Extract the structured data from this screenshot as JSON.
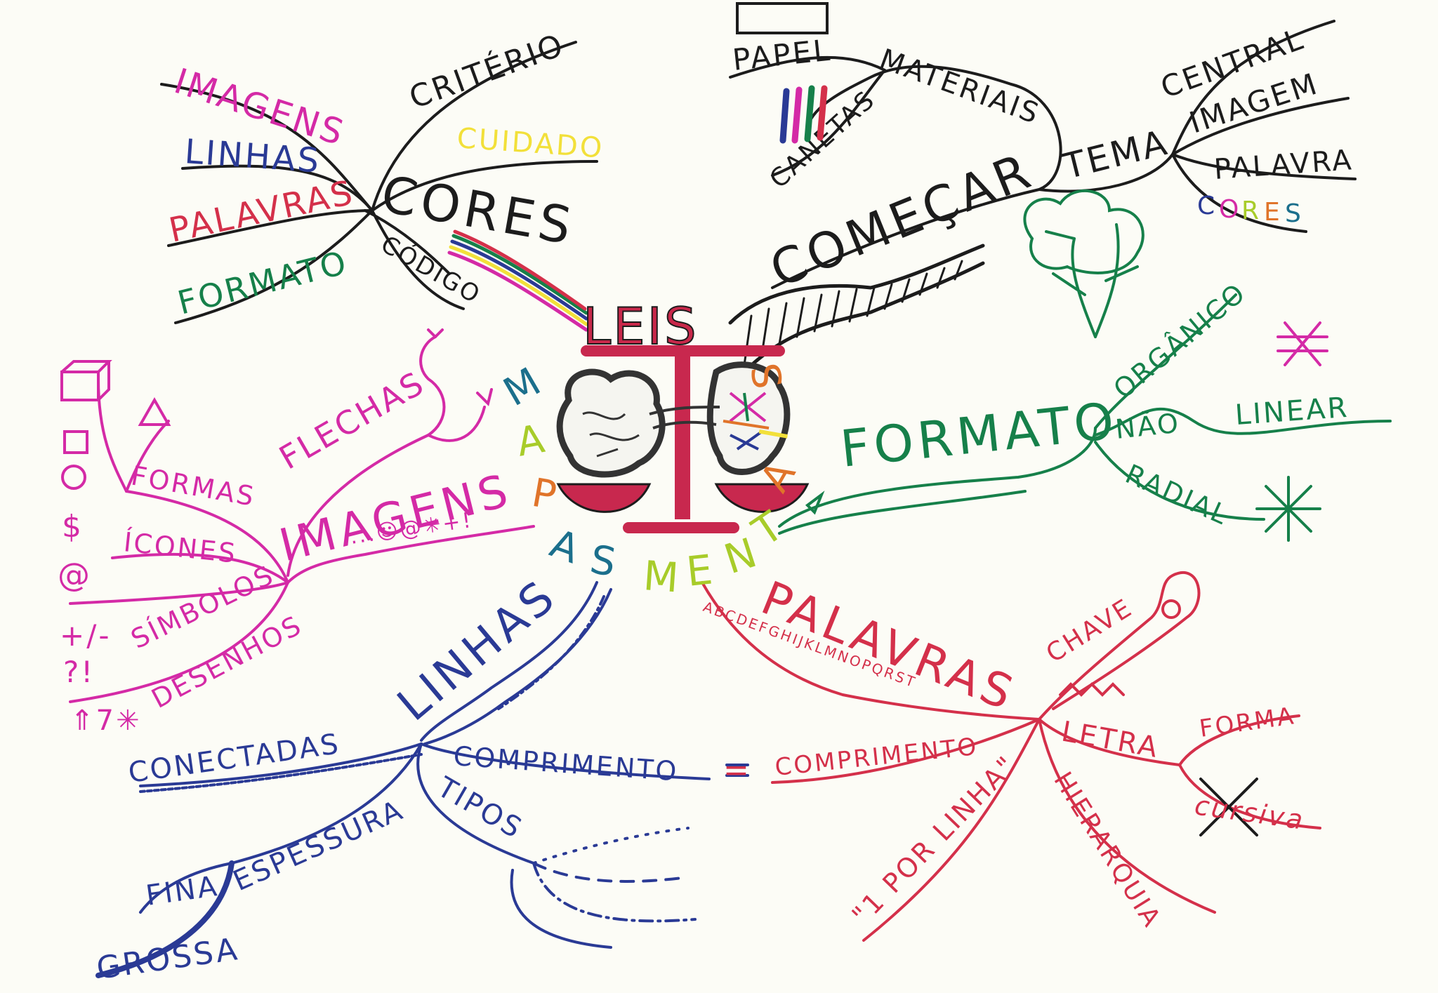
{
  "colors": {
    "paper": "#fcfcf6",
    "black": "#1c1c1c",
    "magenta": "#d42aa6",
    "blue": "#2a3a95",
    "red": "#d4304a",
    "green": "#16804a",
    "yellow": "#f2e03a",
    "lime": "#a8cc2a",
    "teal": "#1b6f8c",
    "orange": "#e0742a",
    "crimson": "#c8284a",
    "scale": "#c8284e"
  },
  "center": {
    "title_leis": "LEIS",
    "title_mapas": [
      "M",
      "A",
      "P",
      "A",
      "S"
    ],
    "title_mentais": [
      "M",
      "E",
      "N",
      "T",
      "A",
      "I",
      "S"
    ]
  },
  "cores": {
    "main": "CORES",
    "imagens": "IMAGENS",
    "linhas": "LINHAS",
    "palavras": "PALAVRAS",
    "formato": "FORMATO",
    "criterio": "CRITÉRIO",
    "cuidado": "CUIDADO",
    "codigo": "CÓDIGO"
  },
  "comecar": {
    "main": "COMEÇAR",
    "materiais": "MATERIAIS",
    "papel": "PAPEL",
    "canetas": "CANETAS",
    "tema": "TEMA",
    "central": "CENTRAL",
    "imagem": "IMAGEM",
    "palavra": "PALAVRA",
    "cores": [
      "C",
      "O",
      "R",
      "E",
      "S"
    ]
  },
  "formato": {
    "main": "FORMATO",
    "organico": "ORGÂNICO",
    "nao": "NÃO",
    "linear": "LINEAR",
    "radial": "RADIAL"
  },
  "imagens": {
    "main": "IMAGENS",
    "flechas": "FLECHAS",
    "formas": "FORMAS",
    "icones": "ÍCONES",
    "simbolos": "SÍMBOLOS",
    "desenhos": "DESENHOS",
    "icon_dollar": "$",
    "icon_at": "@",
    "icon_plusminus": "+/-",
    "icon_question": "?!",
    "icon_misc": "⇑7✳",
    "symbol_string": "...☺@✳+!"
  },
  "linhas": {
    "main": "LINHAS",
    "conectadas": "CONECTADAS",
    "comprimento": "COMPRIMENTO",
    "espessura": "ESPESSURA",
    "fina": "FINA",
    "grossa": "GROSSA",
    "tipos": "TIPOS",
    "equals": "="
  },
  "palavras": {
    "main": "PALAVRAS",
    "chave": "CHAVE",
    "comprimento": "COMPRIMENTO",
    "letra": "LETRA",
    "forma": "FORMA",
    "cursiva": "cursiva",
    "por_linha": "\"1 POR LINHA\"",
    "hierarquia": "HIERARQUIA",
    "alphabet": "ABCDEFGHIJKLMNOPQRST"
  }
}
